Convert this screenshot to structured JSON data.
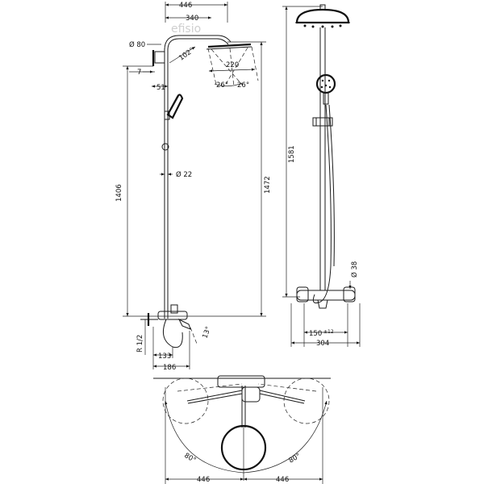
{
  "watermark": "efisio",
  "side_view": {
    "dim_width_top": "446",
    "dim_arm": "340",
    "dim_head_dia": "Ø 80",
    "dim_angle_arm": "102°",
    "dim_head_span": "220",
    "dim_angle_left": "26°",
    "dim_angle_right": "26°",
    "dim_offset_7": "7",
    "dim_offset_51": "51",
    "dim_pipe_dia": "Ø 22",
    "dim_height_1406": "1406",
    "dim_height_1472": "1472",
    "dim_thread": "R 1/2",
    "dim_spout_angle": "13°",
    "dim_133": "133",
    "dim_186": "186"
  },
  "front_view": {
    "dim_height_1581": "1581",
    "dim_hose_dia": "Ø 38",
    "dim_centers": "150",
    "dim_tolerance": "±12",
    "dim_width": "304"
  },
  "top_view": {
    "dim_angle_left": "80°",
    "dim_angle_right": "80°",
    "dim_left": "446",
    "dim_right": "446"
  }
}
